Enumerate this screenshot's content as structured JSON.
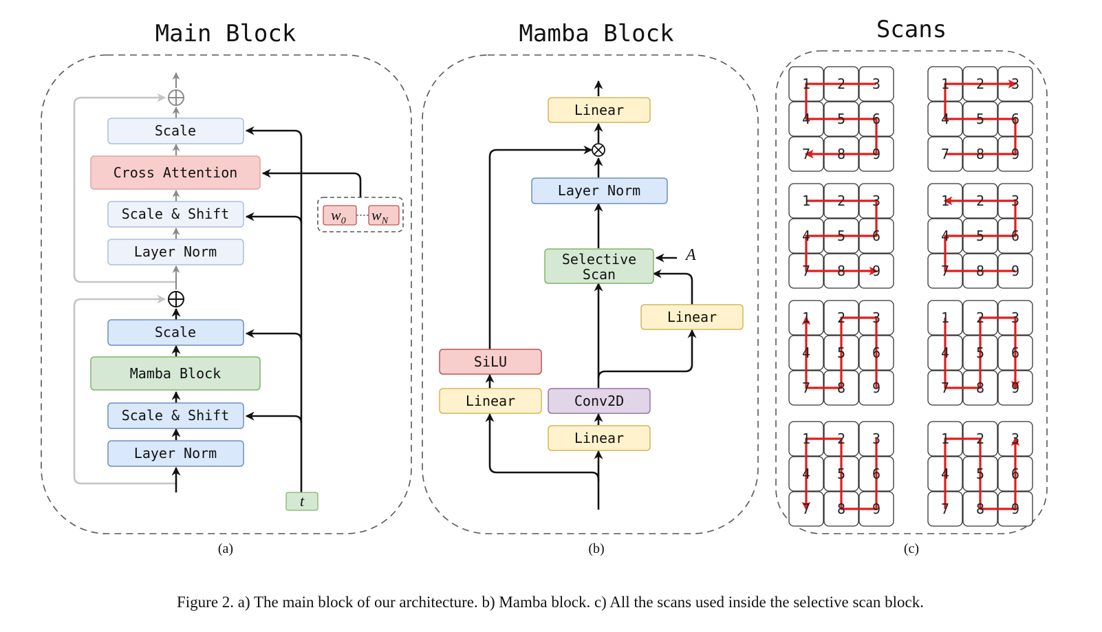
{
  "panels": {
    "main": {
      "title": "Main Block",
      "label": "(a)",
      "blocks": {
        "scale_top": "Scale",
        "cross_attention": "Cross Attention",
        "scale_shift_top": "Scale & Shift",
        "layer_norm_top": "Layer Norm",
        "scale_bottom": "Scale",
        "mamba_block": "Mamba Block",
        "scale_shift_bottom": "Scale & Shift",
        "layer_norm_bottom": "Layer Norm"
      },
      "weights": {
        "w0": "w",
        "w0_sub": "0",
        "wN": "w",
        "wN_sub": "N"
      },
      "t_input": "t"
    },
    "mamba": {
      "title": "Mamba Block",
      "label": "(b)",
      "blocks": {
        "linear_top": "Linear",
        "layer_norm": "Layer Norm",
        "selective_scan_line1": "Selective",
        "selective_scan_line2": "Scan",
        "linear_right": "Linear",
        "silu": "SiLU",
        "linear_left": "Linear",
        "conv2d": "Conv2D",
        "linear_bottom": "Linear"
      },
      "a_input": "A"
    },
    "scans": {
      "title": "Scans",
      "label": "(c)",
      "grid_numbers": [
        "1",
        "2",
        "3",
        "4",
        "5",
        "6",
        "7",
        "8",
        "9"
      ]
    }
  },
  "caption": "Figure 2. a) The main block of our architecture. b) Mamba block. c) All the scans used inside the selective scan block.",
  "colors": {
    "blue_light_fill": "#eef3fb",
    "blue_light_stroke": "#a9bedd",
    "blue_fill": "#dae8fc",
    "blue_stroke": "#6c8ebf",
    "red_fill": "#f8cecc",
    "red_stroke": "#b85450",
    "green_fill": "#d5e8d4",
    "green_stroke": "#82b366",
    "yellow_fill": "#fff2cc",
    "yellow_stroke": "#d6b656",
    "purple_fill": "#e1d5e7",
    "purple_stroke": "#9673a6",
    "scan_red": "#e31b1b"
  }
}
